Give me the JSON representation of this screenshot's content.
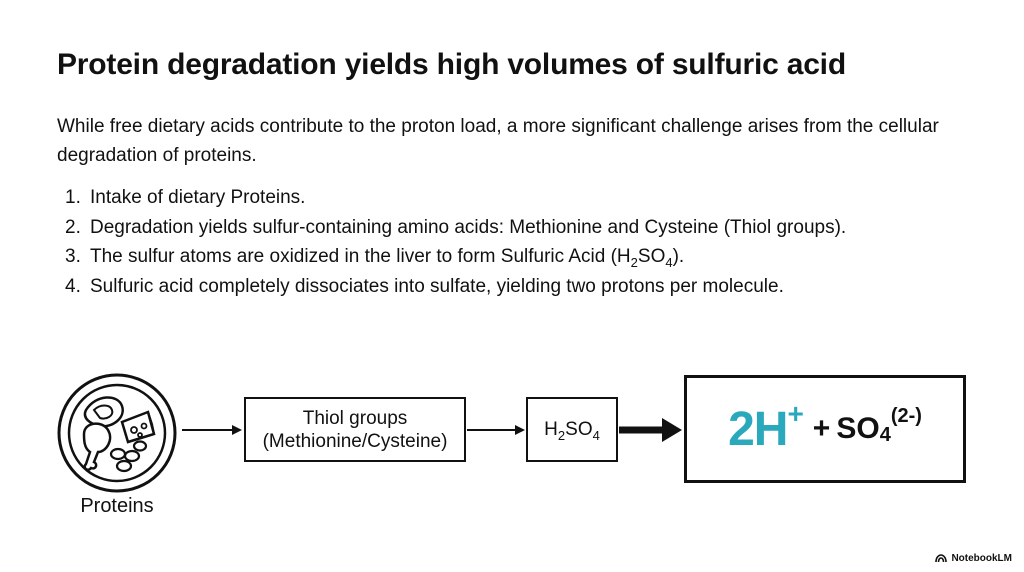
{
  "title": "Protein degradation yields high volumes of sulfuric acid",
  "intro": "While free dietary acids contribute to the proton load, a more significant challenge arises from the cellular degradation of proteins.",
  "steps": [
    {
      "num": "1.",
      "text": "Intake of dietary Proteins."
    },
    {
      "num": "2.",
      "text": "Degradation yields sulfur-containing amino acids: Methionine and Cysteine (Thiol groups)."
    },
    {
      "num": "3.",
      "text_a": "The sulfur atoms are oxidized in the liver to form Sulfuric Acid (H",
      "sub_a": "2",
      "text_b": "SO",
      "sub_b": "4",
      "text_c": ")."
    },
    {
      "num": "4.",
      "text": "Sulfuric acid completely dissociates into sulfate, yielding two protons per molecule."
    }
  ],
  "diagram": {
    "proteins_label": "Proteins",
    "proteins_icon": "protein-foods-plate-icon",
    "thiol_line1": "Thiol groups",
    "thiol_line2": "(Methionine/Cysteine)",
    "acid": {
      "h": "H",
      "h_sub": "2",
      "so": "SO",
      "so_sub": "4"
    },
    "products": {
      "coef": "2H",
      "charge": "+",
      "plus": "+",
      "so": "SO",
      "so_sub": "4",
      "so_charge": "(2-)"
    }
  },
  "brand": "NotebookLM",
  "colors": {
    "accent": "#2aa9bd",
    "ink": "#111111"
  }
}
